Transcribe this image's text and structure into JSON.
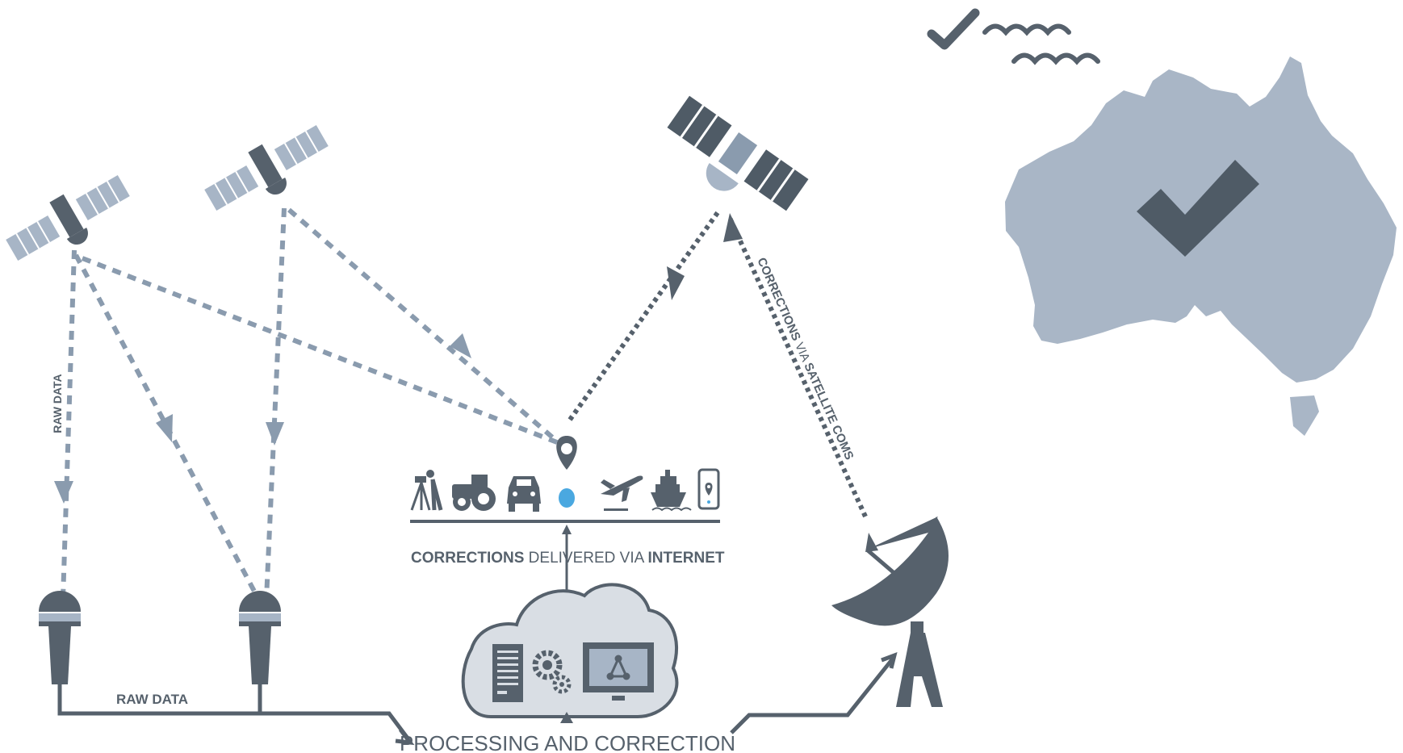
{
  "labels": {
    "raw_data_vertical": "RAW DATA",
    "raw_data_horizontal": "RAW DATA",
    "corrections_internet_bold1": "CORRECTIONS",
    "corrections_internet_light": " DELIVERED VIA ",
    "corrections_internet_bold2": "INTERNET",
    "corrections_satellite_a": "CORRECTIONS",
    "corrections_satellite_b": " VIA ",
    "corrections_satellite_c": "SATELLITE COMS",
    "processing": "PROCESSING AND CORRECTION"
  },
  "colors": {
    "dark": "#56616c",
    "mid": "#8a9bae",
    "light": "#a7b5c6",
    "map": "#a9b6c6",
    "marker": "#4aa8e0"
  },
  "icons": {
    "users": [
      "surveyor-tripod-icon",
      "tractor-icon",
      "car-icon",
      "location-marker-icon",
      "airplane-icon",
      "ship-icon",
      "smartphone-icon"
    ],
    "cloud": [
      "server-rack-icon",
      "gears-icon",
      "monitor-network-icon"
    ]
  }
}
